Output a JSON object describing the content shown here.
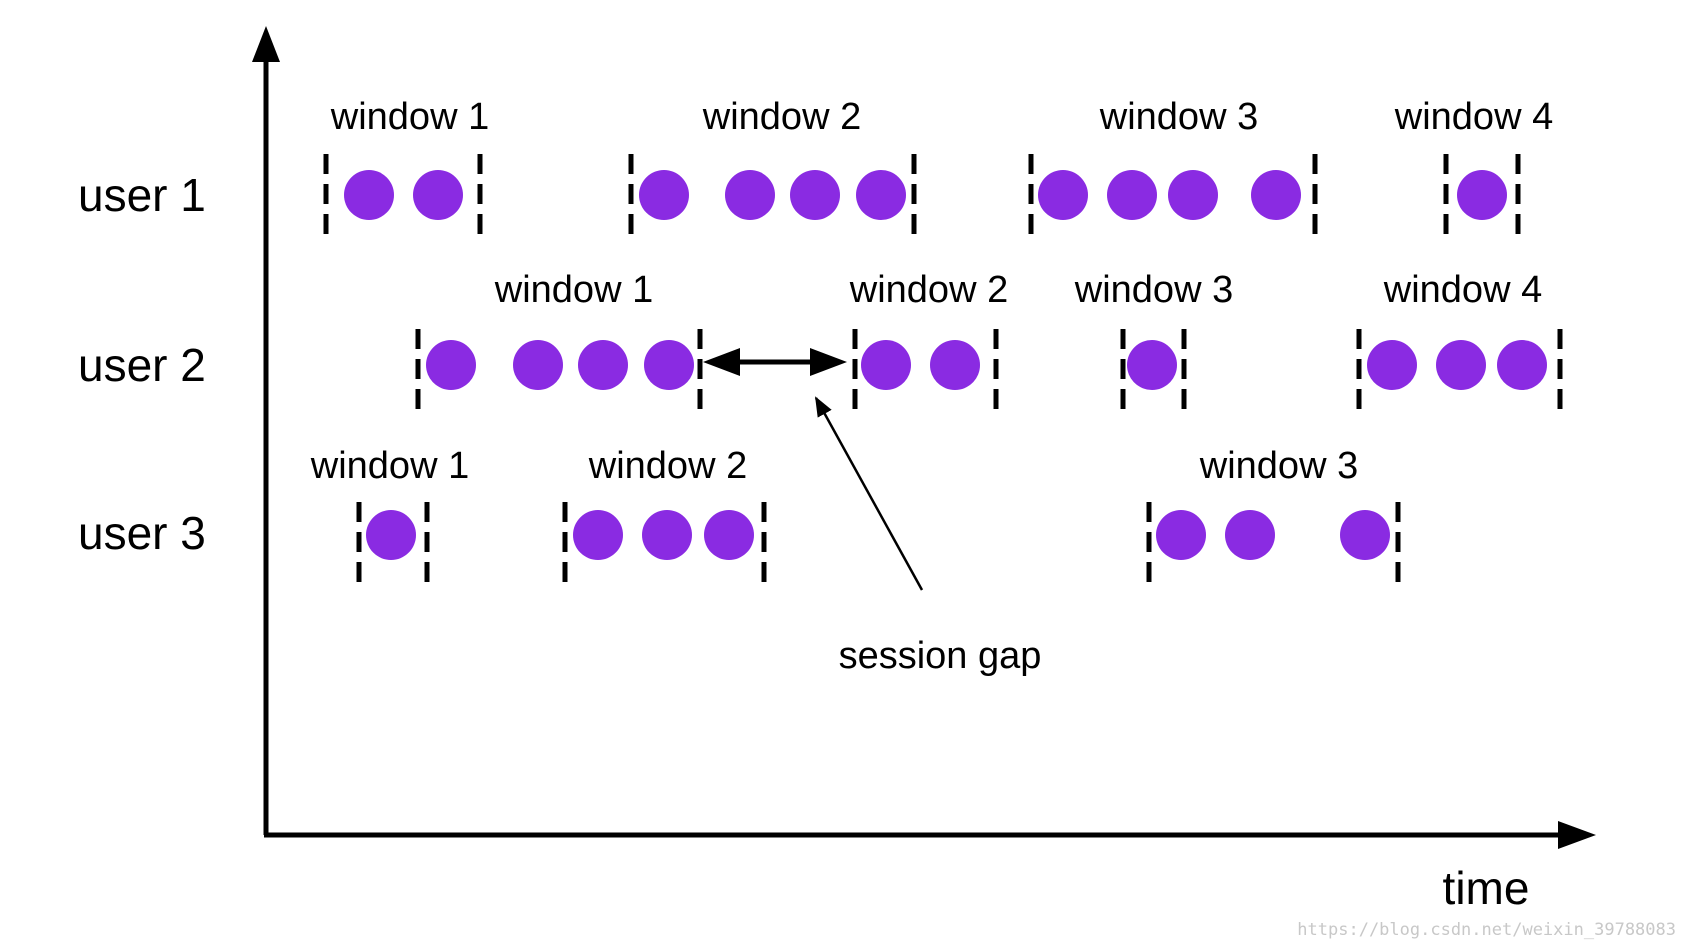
{
  "colors": {
    "event_dot": "#8a2be2",
    "line": "#000000",
    "background": "#ffffff"
  },
  "axis": {
    "x_label": "time"
  },
  "users": [
    {
      "label": "user 1",
      "windows": [
        "window 1",
        "window 2",
        "window 3",
        "window 4"
      ]
    },
    {
      "label": "user 2",
      "windows": [
        "window 1",
        "window 2",
        "window 3",
        "window 4"
      ]
    },
    {
      "label": "user 3",
      "windows": [
        "window 1",
        "window 2",
        "window 3"
      ]
    }
  ],
  "annotation": {
    "session_gap_label": "session gap"
  },
  "watermark": "https://blog.csdn.net/weixin_39788083"
}
